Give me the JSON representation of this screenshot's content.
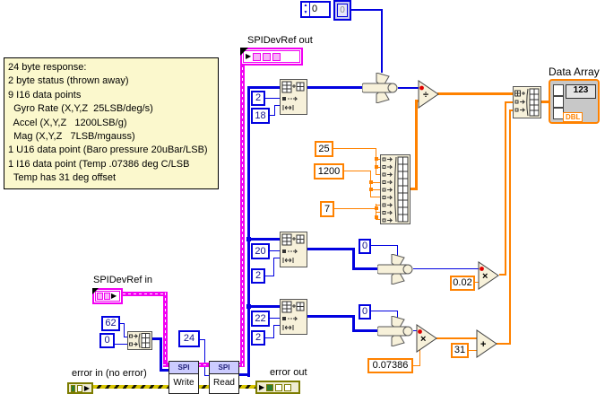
{
  "comment_box": {
    "lines": [
      "24 byte response:",
      "2 byte status (thrown away)",
      "9 I16 data points",
      "  Gyro Rate (X,Y,Z  25LSB/deg/s)",
      "  Accel (X,Y,Z   1200LSB/g)",
      "  Mag (X,Y,Z   7LSB/mgauss)",
      "1 U16 data point (Baro pressure 20uBar/LSB)",
      "1 I16 data point (Temp .07386 deg C/LSB",
      "  Temp has 31 deg offset"
    ]
  },
  "labels": {
    "spidevref_out": "SPIDevRef out",
    "spidevref_in": "SPIDevRef in",
    "error_in": "error in (no error)",
    "error_out": "error out",
    "data_array": "Data Array"
  },
  "controls": {
    "top_numeric_control_value": "0",
    "top_numeric_terminal_value": "0"
  },
  "constants": {
    "subset1_index": "2",
    "subset1_length": "18",
    "subset2_index": "20",
    "subset2_length": "2",
    "subset3_index": "22",
    "subset3_length": "2",
    "write_byte_1": "62",
    "write_byte_2": "0",
    "read_count": "24",
    "gyro_scale": "25",
    "accel_scale": "1200",
    "mag_scale": "7",
    "baro_scale": "0.02",
    "temp_scale": "0.07386",
    "temp_offset": "31",
    "join2_hi": "0",
    "join3_hi": "0"
  },
  "operators": {
    "divide": "÷",
    "multiply": "×",
    "add": "+"
  },
  "spi_nodes": {
    "write": {
      "header": "SPI",
      "label": "Write"
    },
    "read": {
      "header": "SPI",
      "label": "Read"
    }
  },
  "data_array_terminal": {
    "digits": "123",
    "type": "DBL"
  },
  "icons": {
    "spinner_up": "▲",
    "spinner_down": "▼",
    "terminal_arrow": "▶"
  },
  "colors": {
    "wire_blue": "#0202e0",
    "wire_orange": "#ff8200",
    "wire_reference_pink": "#f200f2",
    "wire_error_yellow": "#d8c500",
    "node_fill": "#f7f1da",
    "spi_band": "#ccccff",
    "comment_bg": "#fbf8cd",
    "indicator_gray": "#c8c8c8"
  }
}
